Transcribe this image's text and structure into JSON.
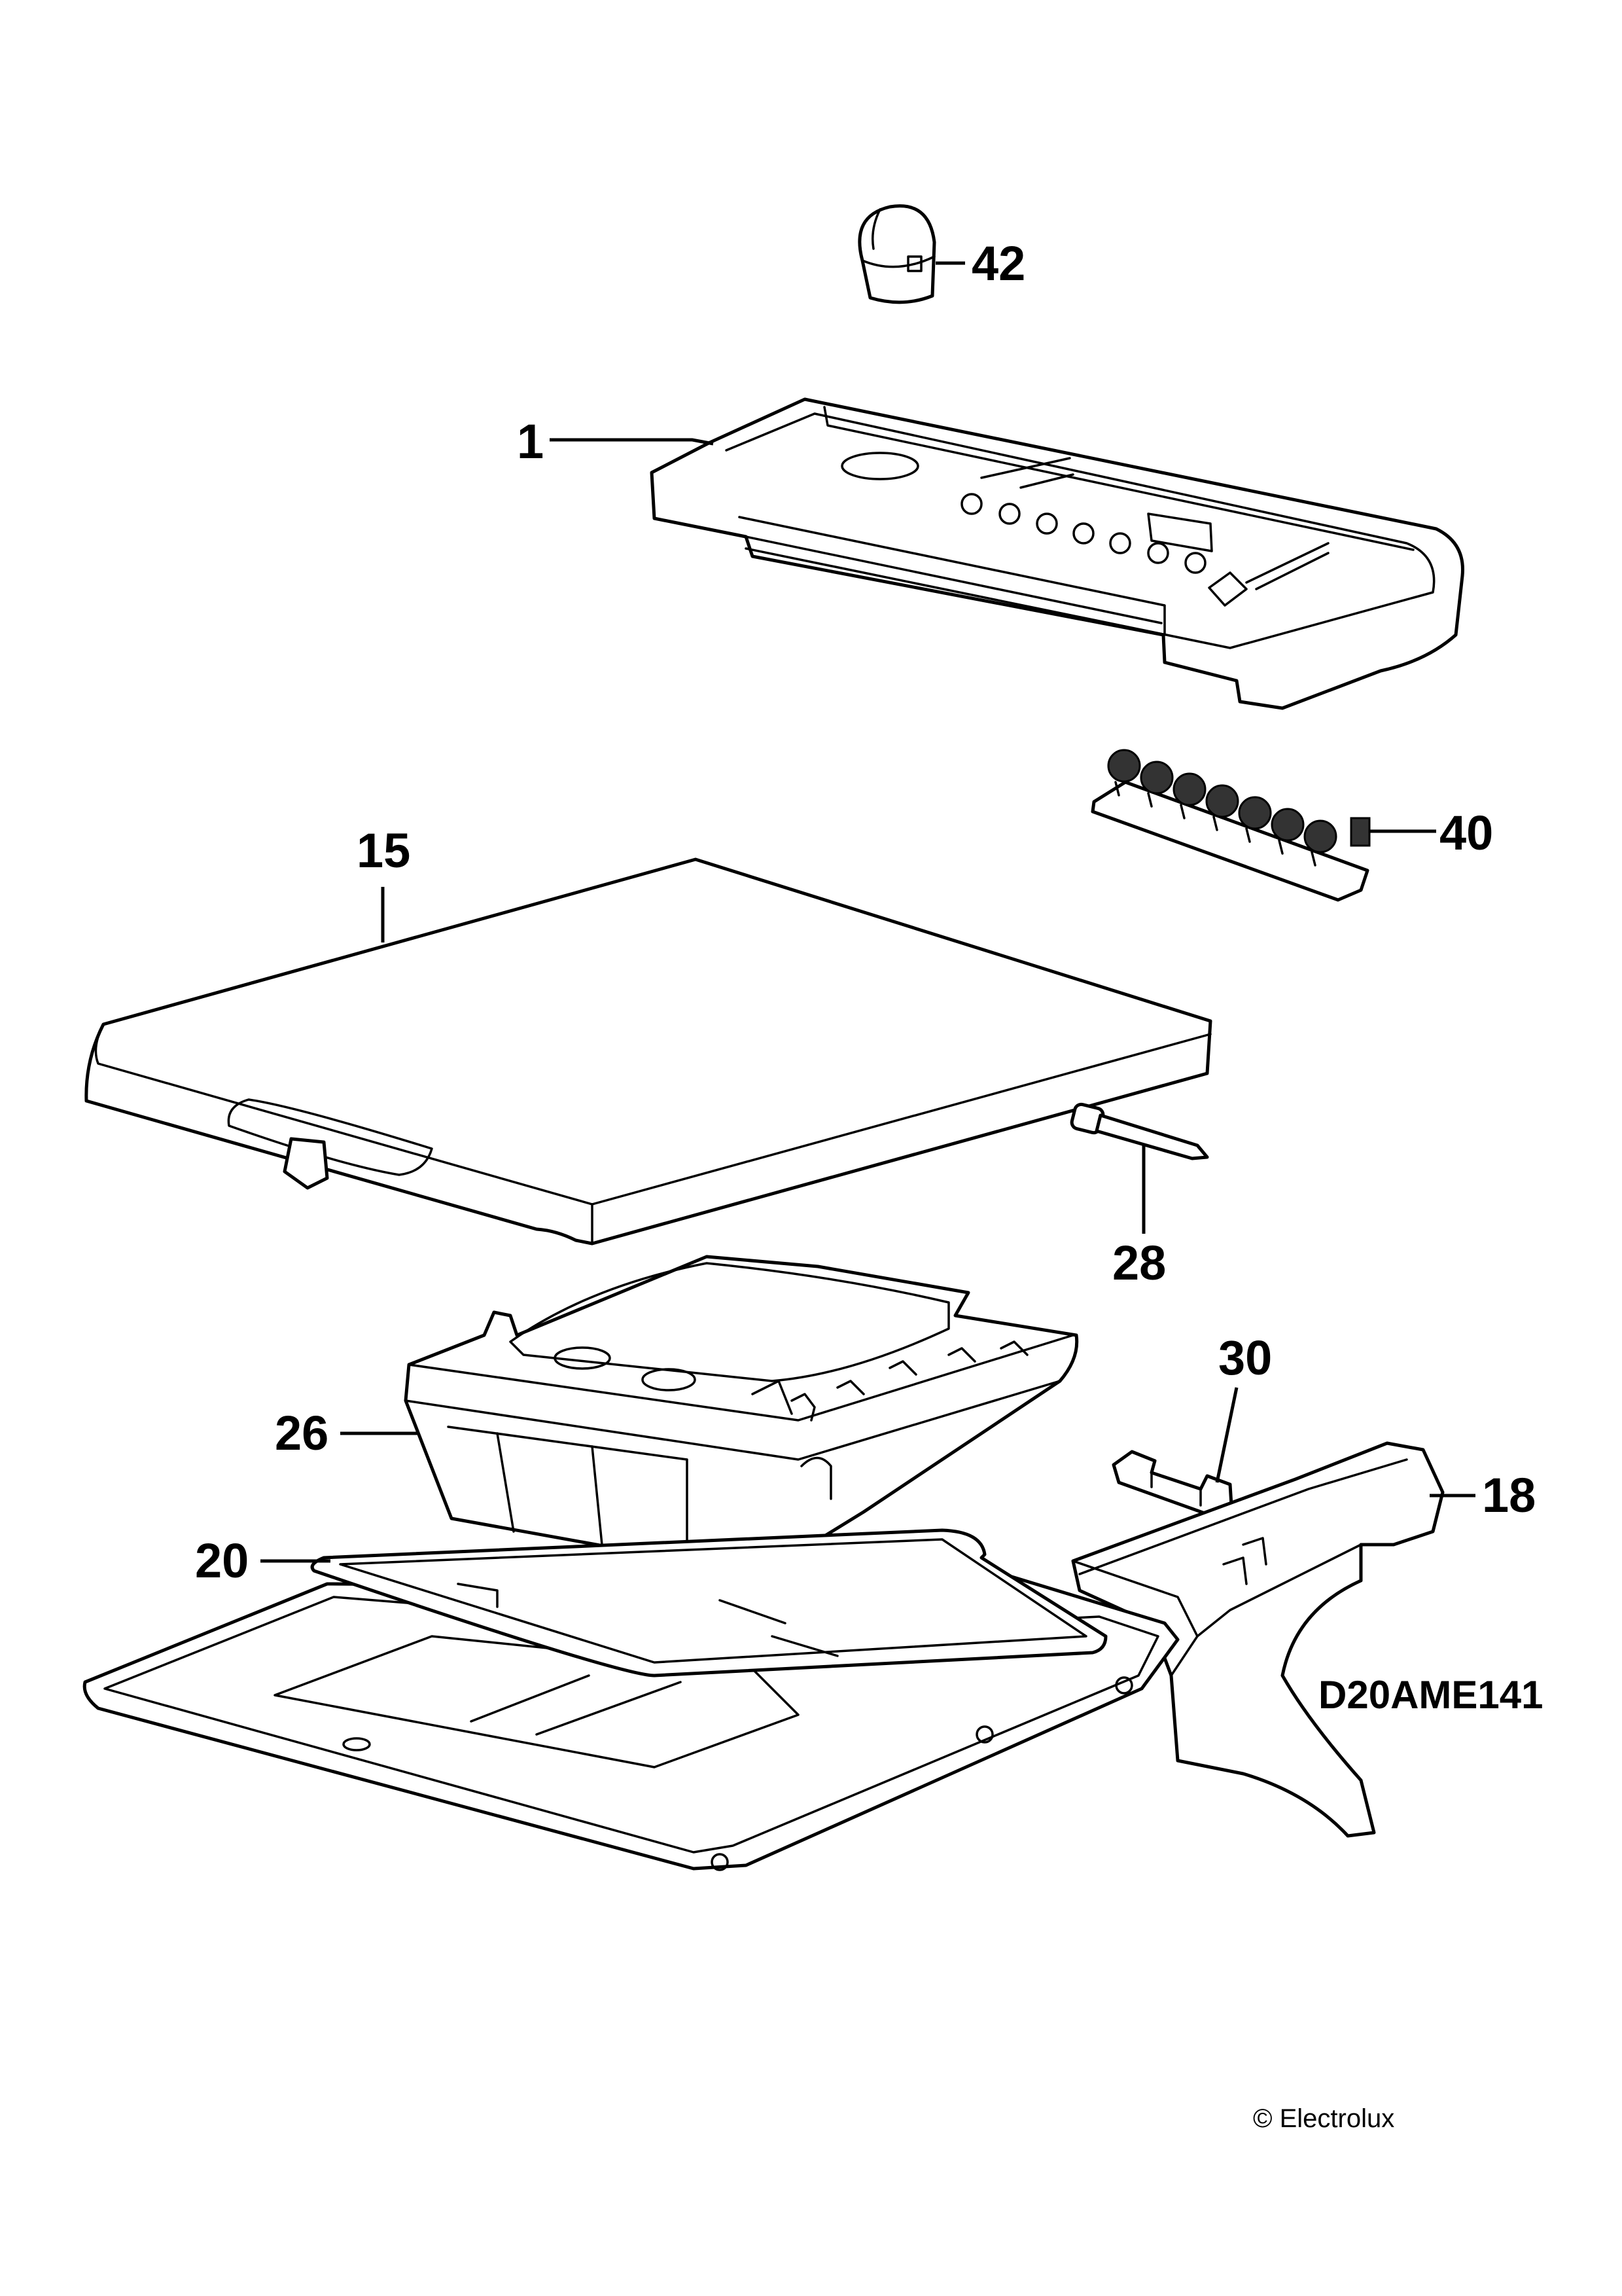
{
  "diagram": {
    "code": "D20AME141",
    "copyright": "© Electrolux",
    "callouts": [
      {
        "id": "42",
        "text": "42"
      },
      {
        "id": "1",
        "text": "1"
      },
      {
        "id": "40",
        "text": "40"
      },
      {
        "id": "15",
        "text": "15"
      },
      {
        "id": "28",
        "text": "28"
      },
      {
        "id": "30",
        "text": "30"
      },
      {
        "id": "26",
        "text": "26"
      },
      {
        "id": "18",
        "text": "18"
      },
      {
        "id": "20",
        "text": "20"
      }
    ]
  }
}
